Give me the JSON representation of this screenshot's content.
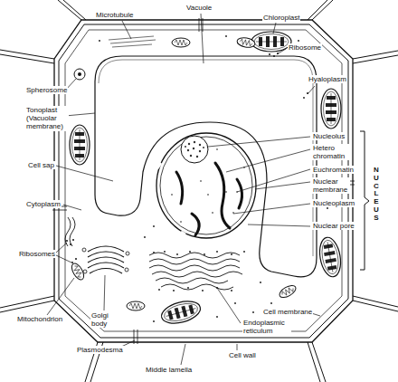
{
  "diagram": {
    "labels": [
      "Microtubule",
      "Vacuole",
      "Chloroplast",
      "Ribosome",
      "Spherosome",
      "Hyaloplasm",
      "Tonoplast (Vacuolar membrane)",
      "Cell sap",
      "Nucleolus",
      "Hetero chromatin",
      "Euchromatin",
      "Nuclear membrane",
      "Nucleoplasm",
      "Nuclear pore",
      "NUCLEUS",
      "Cytoplasm",
      "Ribosomes",
      "Mitochondrion",
      "Golgi body",
      "Plasmodesma",
      "Cell membrane",
      "Endoplasmic reticulum",
      "Cell wall",
      "Middle lamella"
    ]
  }
}
